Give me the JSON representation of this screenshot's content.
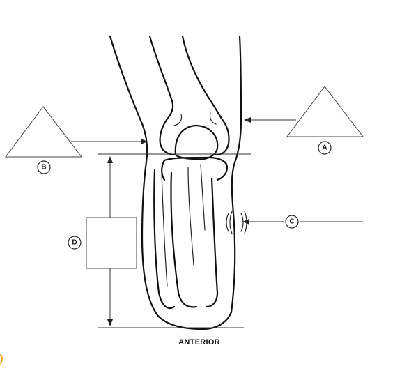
{
  "labels": {
    "a": "A",
    "b": "B",
    "c": "C",
    "d": "D"
  },
  "caption": "ANTERIOR",
  "colors": {
    "line": "#111111",
    "background": "#ffffff",
    "corner_mark": "#f0a020"
  }
}
